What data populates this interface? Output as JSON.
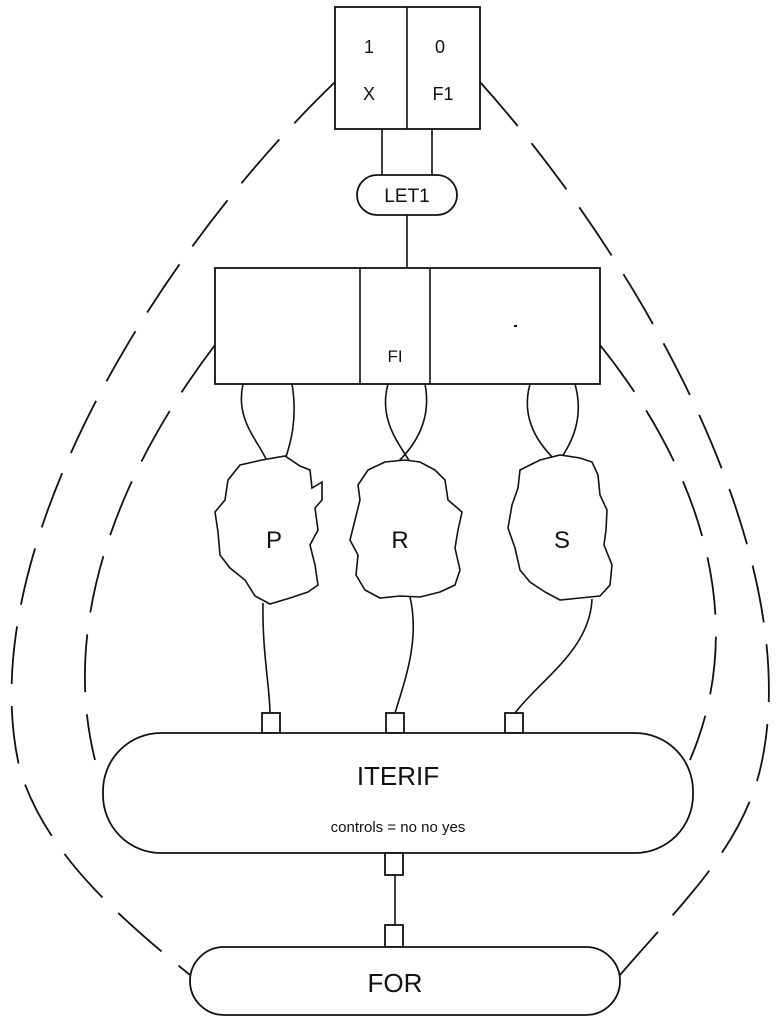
{
  "top_box": {
    "cells": [
      {
        "top": "1",
        "bottom": "X"
      },
      {
        "top": "0",
        "bottom": "F1"
      }
    ]
  },
  "let_node": {
    "label": "LET1"
  },
  "record_box": {
    "cells": [
      "",
      "FI",
      ""
    ]
  },
  "blobs": [
    {
      "label": "P"
    },
    {
      "label": "R"
    },
    {
      "label": "S"
    }
  ],
  "iterif": {
    "title": "ITERIF",
    "subtitle": "controls = no no yes"
  },
  "for_node": {
    "label": "FOR"
  }
}
